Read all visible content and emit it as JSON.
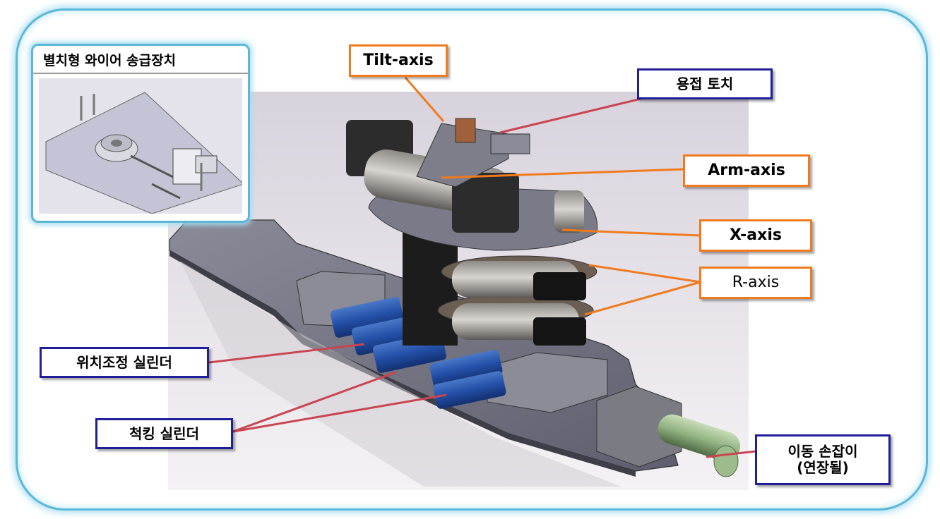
{
  "inset": {
    "title": "별치형 와이어 송급장치"
  },
  "labels": {
    "tilt_axis": "Tilt-axis",
    "welding_torch": "용접 토치",
    "arm_axis": "Arm-axis",
    "x_axis": "X-axis",
    "r_axis": "R-axis",
    "position_cylinder": "위치조정 실린더",
    "chucking_cylinder": "척킹 실린더",
    "handle_line1": "이동 손잡이",
    "handle_line2": "(연장될)"
  },
  "colors": {
    "frame_border": "#5bb7d8",
    "orange_label_border": "#f07a1e",
    "blue_label_border": "#1f1f9a",
    "leader_orange": "#f07a1e",
    "leader_red": "#c9454f"
  }
}
